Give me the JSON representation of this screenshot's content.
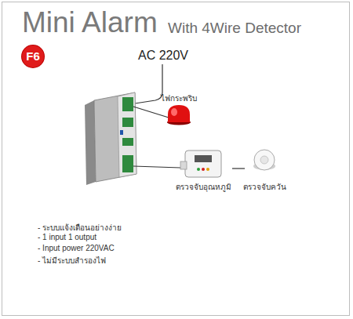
{
  "diagram": {
    "title": "Mini Alarm",
    "nodes": [
      {
        "text": [
          "F6"
        ]
      },
      {
        "text": [
          "ไฟกระพริบ"
        ]
      },
      {
        "text": [
          "ตรวจจับอุณหภูมิ"
        ]
      },
      {
        "text": [
          "ตรวจจับควัน"
        ]
      }
    ],
    "edges": [
      {
        "from": 2,
        "to": 3,
        "arrow": "none"
      }
    ],
    "labels": [
      "With 4Wire Detector",
      "AC 220V",
      "- ระบบแจ้งเตือนอย่างง่าย",
      "- 1 input 1 output",
      "- Input power 220VAC",
      "- ไม่มีระบบสำรองไฟ"
    ]
  }
}
